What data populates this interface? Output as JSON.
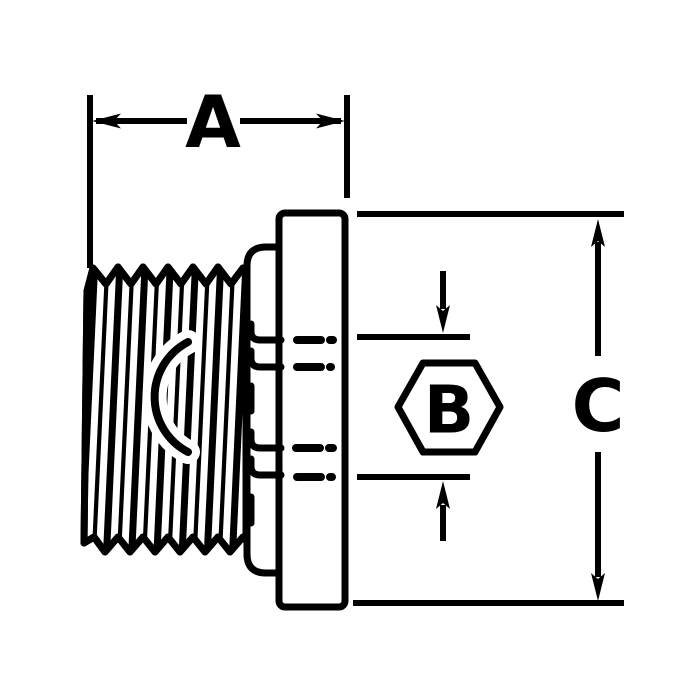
{
  "drawing": {
    "kind": "technical-line-drawing",
    "subject": "externally-threaded fitting with collar and head, side view",
    "labels": {
      "dim_a": "A",
      "dim_b": "B",
      "dim_c": "C"
    },
    "symbols": {
      "dim_b_frame": "hexagon-outline"
    },
    "colors": {
      "ink": "#000000",
      "paper": "#ffffff"
    }
  }
}
